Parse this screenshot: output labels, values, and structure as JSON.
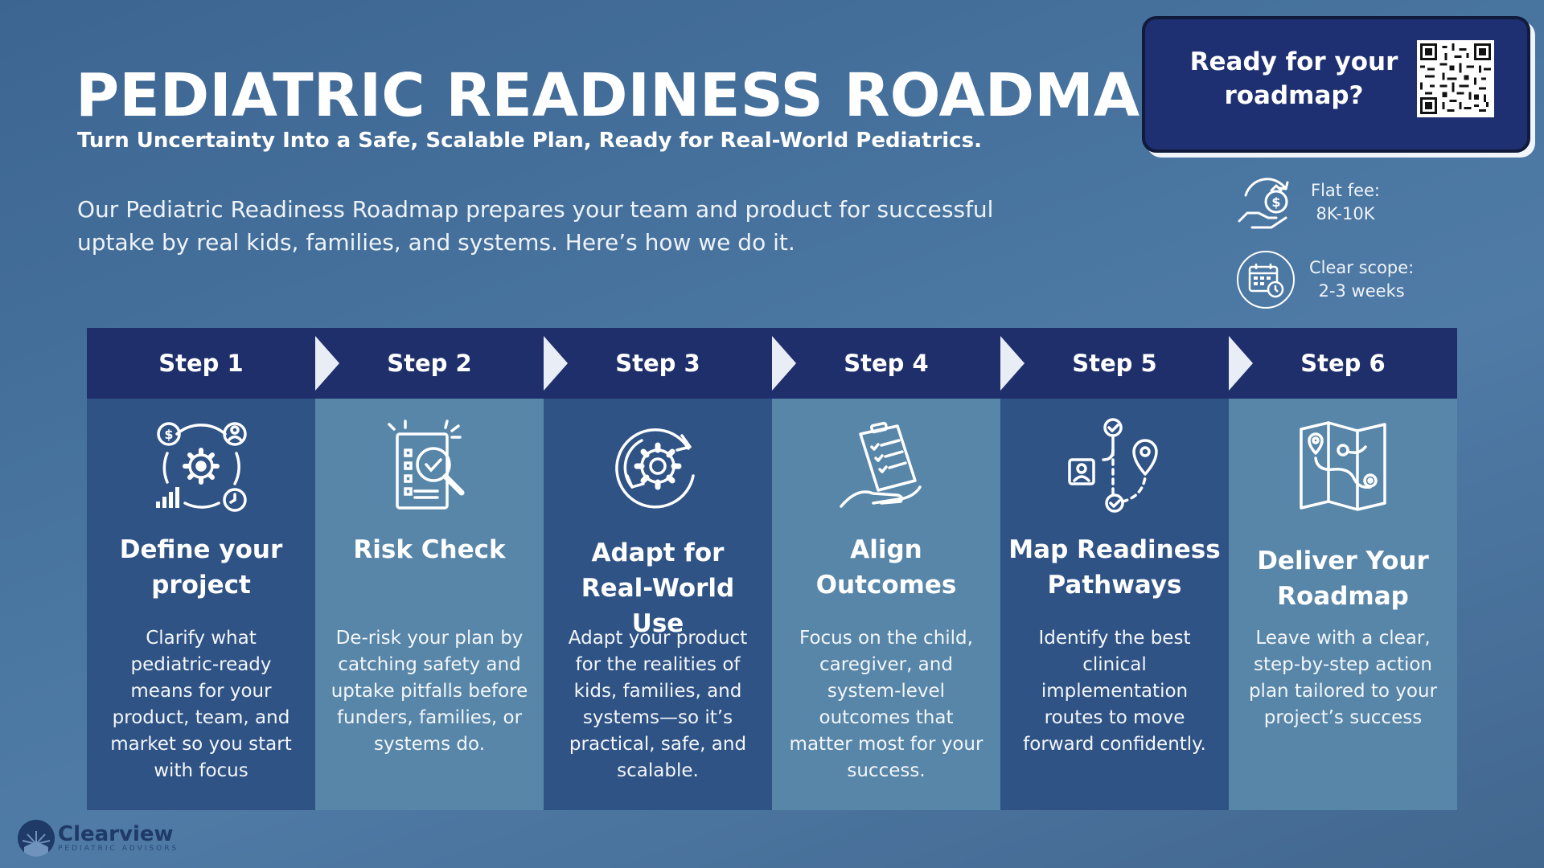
{
  "header": {
    "title": "PEDIATRIC READINESS ROADMAP",
    "subtitle": "Turn Uncertainty Into a Safe, Scalable Plan, Ready for Real-World Pediatrics.",
    "intro": "Our Pediatric Readiness Roadmap prepares your team and product for successful uptake by real kids, families, and systems. Here’s how we do it."
  },
  "cta": {
    "line1": "Ready for your",
    "line2": "roadmap?",
    "qr_icon": "qr-code-icon"
  },
  "meta": [
    {
      "icon": "money-hand-icon",
      "line1": "Flat fee:",
      "line2": "8K-10K"
    },
    {
      "icon": "calendar-clock-icon",
      "line1": "Clear scope:",
      "line2": "2-3 weeks"
    }
  ],
  "steps": [
    {
      "label": "Step 1",
      "icon": "project-gears-icon",
      "title_1": "Define your",
      "title_2": "project",
      "body": "Clarify what pediatric-ready means for your product, team, and market so you start with focus"
    },
    {
      "label": "Step 2",
      "icon": "checklist-magnifier-icon",
      "title_1": "Risk Check",
      "title_2": "",
      "body": "De-risk your plan by catching safety and uptake pitfalls before funders, families, or systems do."
    },
    {
      "label": "Step 3",
      "icon": "gear-cycle-icon",
      "title_1": "Adapt for",
      "title_2": "Real-World Use",
      "body": "Adapt your product for the realities of kids, families, and systems—so it’s practical, safe, and scalable."
    },
    {
      "label": "Step 4",
      "icon": "clipboard-hand-icon",
      "title_1": "Align",
      "title_2": "Outcomes",
      "body": "Focus on the child, caregiver, and system-level outcomes that matter most for your success."
    },
    {
      "label": "Step 5",
      "icon": "pathway-pins-icon",
      "title_1": "Map Readiness",
      "title_2": "Pathways",
      "body": "Identify the best clinical implementation routes to move forward confidently."
    },
    {
      "label": "Step 6",
      "icon": "folded-map-icon",
      "title_1": "Deliver Your",
      "title_2": "Roadmap",
      "body": "Leave with a clear, step-by-step action plan tailored to your project’s success"
    }
  ],
  "colors": {
    "header_bar": "#1f2f6b",
    "col_dark": "#2f5385",
    "col_light": "#5886a8",
    "cta_bg": "#1e2f72"
  },
  "logo": {
    "name": "Clearview",
    "sub": "PEDIATRIC ADVISORS"
  }
}
